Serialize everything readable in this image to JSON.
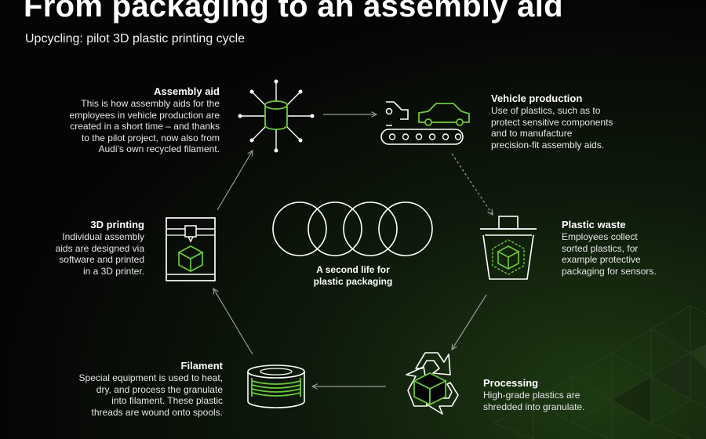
{
  "header": {
    "title": "From packaging to an assembly aid",
    "subtitle": "Upcycling: pilot 3D plastic printing cycle"
  },
  "center": {
    "label_line1": "A second life for",
    "label_line2": "plastic packaging",
    "logo_icon": "four-rings-logo"
  },
  "steps": [
    {
      "key": "assembly-aid",
      "title": "Assembly aid",
      "lines": [
        "This is how assembly aids for the",
        "employees in vehicle production are",
        "created in a short time – and thanks",
        "to the pilot project, now also from",
        "Audi’s own recycled filament."
      ],
      "icon": "cylinder-burst-icon"
    },
    {
      "key": "vehicle-production",
      "title": "Vehicle production",
      "lines": [
        "Use of plastics, such as to",
        "protect sensitive components",
        "and to manufacture",
        "precision-fit assembly aids."
      ],
      "icon": "car-assembly-line-icon"
    },
    {
      "key": "plastic-waste",
      "title": "Plastic waste",
      "lines": [
        "Employees collect",
        "sorted plastics, for",
        "example protective",
        "packaging for sensors."
      ],
      "icon": "waste-bin-icon"
    },
    {
      "key": "processing",
      "title": "Processing",
      "lines": [
        "High-grade plastics are",
        "shredded into granulate."
      ],
      "icon": "recycle-icon"
    },
    {
      "key": "filament",
      "title": "Filament",
      "lines": [
        "Special equipment is used to heat,",
        "dry, and process the granulate",
        "into filament. These plastic",
        "threads are wound onto spools."
      ],
      "icon": "filament-spool-icon"
    },
    {
      "key": "3d-printing",
      "title": "3D printing",
      "lines": [
        "Individual assembly",
        "aids are designed via",
        "software and printed",
        "in a 3D printer."
      ],
      "icon": "3d-printer-icon"
    }
  ],
  "colors": {
    "background": "#050505",
    "accent_green": "#6ccb3a",
    "line_white": "#ffffff",
    "arrow_grey": "#9a9a9a"
  }
}
